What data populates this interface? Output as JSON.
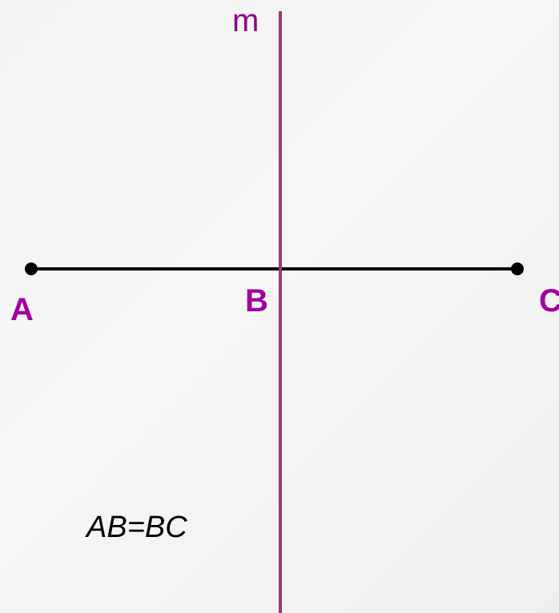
{
  "diagram": {
    "line_label": "m",
    "points": [
      {
        "id": "A",
        "label": "A"
      },
      {
        "id": "B",
        "label": "B"
      },
      {
        "id": "C",
        "label": "C"
      }
    ],
    "equation": "AB=BC",
    "colors": {
      "segment": "#000000",
      "perpendicular": "#9b3b6b",
      "point_labels": "#a000a0",
      "line_label": "#8a008a"
    }
  }
}
